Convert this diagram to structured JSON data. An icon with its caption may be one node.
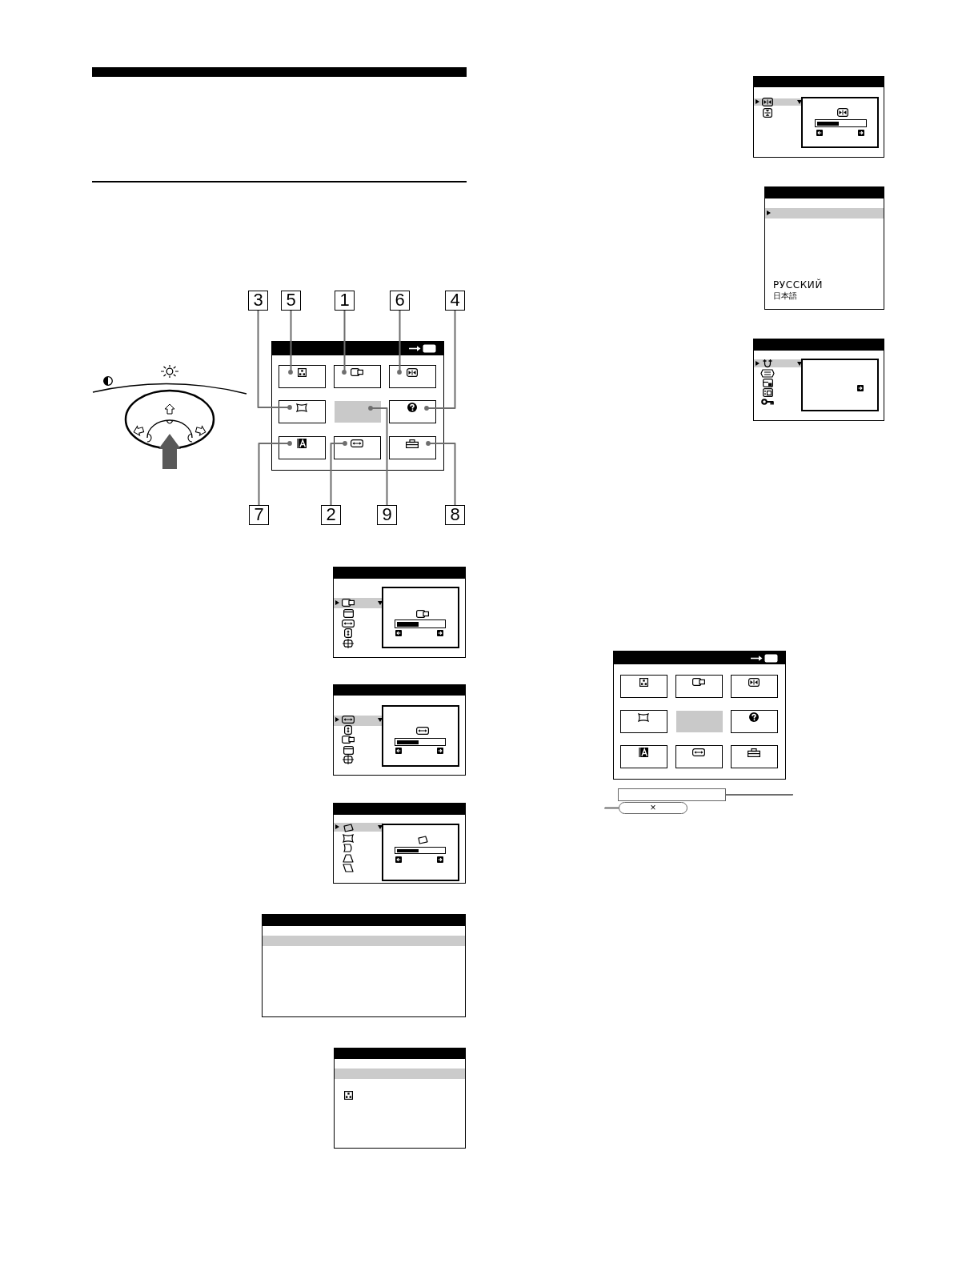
{
  "diagram": {
    "nodes": [
      {
        "text": [
          "3"
        ]
      },
      {
        "text": [
          "5"
        ]
      },
      {
        "text": [
          "1"
        ]
      },
      {
        "text": [
          "6"
        ]
      },
      {
        "text": [
          "4"
        ]
      },
      {
        "text": [],
        "shape": "box"
      },
      {
        "text": [],
        "shape": "box",
        "in": 5
      },
      {
        "text": [],
        "shape": "box",
        "in": 5
      },
      {
        "text": [],
        "shape": "box",
        "in": 5
      },
      {
        "text": [],
        "shape": "box",
        "in": 5
      },
      {
        "text": [],
        "shape": "box",
        "in": 5
      },
      {
        "text": [],
        "shape": "box",
        "in": 5
      },
      {
        "text": [],
        "shape": "box",
        "in": 5
      },
      {
        "text": [],
        "shape": "box",
        "in": 5
      },
      {
        "text": [],
        "shape": "box",
        "in": 5
      },
      {
        "text": [
          "7"
        ]
      },
      {
        "text": [
          "2"
        ]
      },
      {
        "text": [
          "9"
        ]
      },
      {
        "text": [
          "8"
        ]
      },
      {
        "text": [],
        "shape": "box"
      },
      {
        "text": [],
        "shape": "box"
      },
      {
        "text": [],
        "shape": "box"
      },
      {
        "text": [],
        "shape": "box"
      },
      {
        "text": [],
        "shape": "box"
      },
      {
        "text": [],
        "shape": "box"
      },
      {
        "text": [
          "РУССКИЙ",
          "日本語"
        ]
      },
      {
        "text": [],
        "shape": "box"
      },
      {
        "text": [],
        "shape": "box"
      },
      {
        "text": [],
        "shape": "box",
        "in": 27
      },
      {
        "text": [],
        "shape": "box",
        "in": 27
      },
      {
        "text": [],
        "shape": "box",
        "in": 27
      },
      {
        "text": [],
        "shape": "box",
        "in": 27
      },
      {
        "text": [],
        "shape": "box",
        "in": 27
      },
      {
        "text": [],
        "shape": "box",
        "in": 27
      },
      {
        "text": [],
        "shape": "box",
        "in": 27
      },
      {
        "text": [],
        "shape": "box",
        "in": 27
      },
      {
        "text": [],
        "shape": "box",
        "in": 27
      },
      {
        "text": [],
        "shape": "box"
      },
      {
        "text": [
          "×"
        ]
      }
    ],
    "edges": [
      {
        "from": 0,
        "to": 9,
        "arrow": "other"
      },
      {
        "from": 1,
        "to": 6,
        "arrow": "other"
      },
      {
        "from": 2,
        "to": 7,
        "arrow": "other"
      },
      {
        "from": 3,
        "to": 8,
        "arrow": "other"
      },
      {
        "from": 4,
        "to": 11,
        "arrow": "other"
      },
      {
        "from": 15,
        "to": 12,
        "arrow": "other"
      },
      {
        "from": 16,
        "to": 13,
        "arrow": "other"
      },
      {
        "from": 17,
        "to": 10,
        "arrow": "other"
      },
      {
        "from": 18,
        "to": 14,
        "arrow": "other"
      },
      {
        "from": 37,
        "to": null,
        "arrow": "none"
      },
      {
        "from": 38,
        "to": null,
        "arrow": "none"
      }
    ]
  }
}
